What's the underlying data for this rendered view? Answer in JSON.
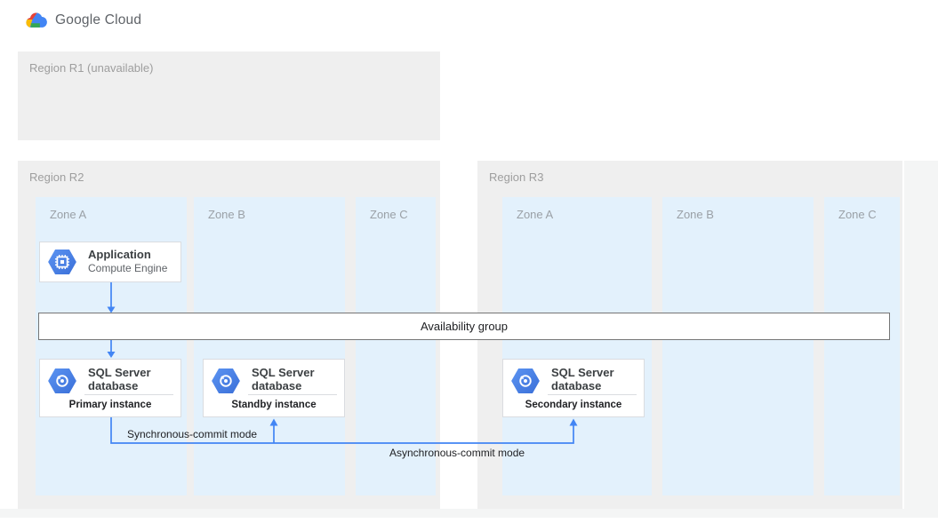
{
  "header": {
    "product": "Google Cloud"
  },
  "regions": [
    {
      "label": "Region R1 (unavailable)",
      "zones": []
    },
    {
      "label": "Region R2",
      "zones": [
        "Zone A",
        "Zone B",
        "Zone C"
      ]
    },
    {
      "label": "Region R3",
      "zones": [
        "Zone A",
        "Zone B",
        "Zone C"
      ]
    }
  ],
  "nodes": {
    "application": {
      "title": "Application",
      "subtitle": "Compute Engine",
      "icon": "compute-engine-icon"
    },
    "availability_group": {
      "label": "Availability group"
    },
    "sql_primary": {
      "title": "SQL Server database",
      "instance": "Primary instance",
      "icon": "cloud-sql-icon"
    },
    "sql_standby": {
      "title": "SQL Server database",
      "instance": "Standby instance",
      "icon": "cloud-sql-icon"
    },
    "sql_secondary": {
      "title": "SQL Server database",
      "instance": "Secondary instance",
      "icon": "cloud-sql-icon"
    }
  },
  "edges": {
    "sync_label": "Synchronous-commit mode",
    "async_label": "Asynchronous-commit mode"
  },
  "colors": {
    "accent_blue": "#4285f4",
    "region_bg": "#efefef",
    "zone_bg": "#e3f1fc",
    "node_border": "#dadce0",
    "bar_border": "#757575",
    "text_dark": "#202124",
    "text_gray": "#5f6368",
    "label_gray": "#9e9e9e",
    "logo_red": "#ea4335",
    "logo_yellow": "#fbbc05",
    "logo_green": "#34a853"
  }
}
